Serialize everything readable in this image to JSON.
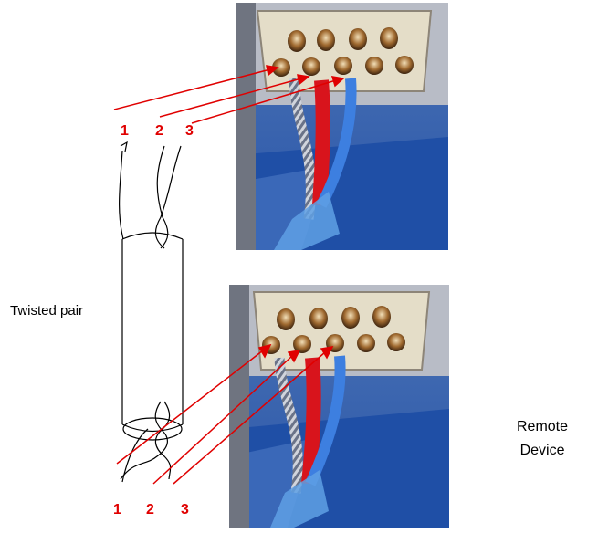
{
  "labels": {
    "twisted_pair": "Twisted pair",
    "remote_line1": "Remote",
    "remote_line2": "Device"
  },
  "pin_numbers_top": [
    "1",
    "2",
    "3"
  ],
  "pin_numbers_bottom": [
    "1",
    "2",
    "3"
  ],
  "colors": {
    "pointer": "#e00000",
    "sketch": "#000000",
    "photo_background": "#2f62b8",
    "connector_plate": "#e4ddc8",
    "wire_red": "#d8141c",
    "wire_blue": "#3d7fe0",
    "wire_shield": "#c8ccd6"
  },
  "icons": [
    "db9-connector-photo",
    "twisted-pair-cable-sketch"
  ]
}
